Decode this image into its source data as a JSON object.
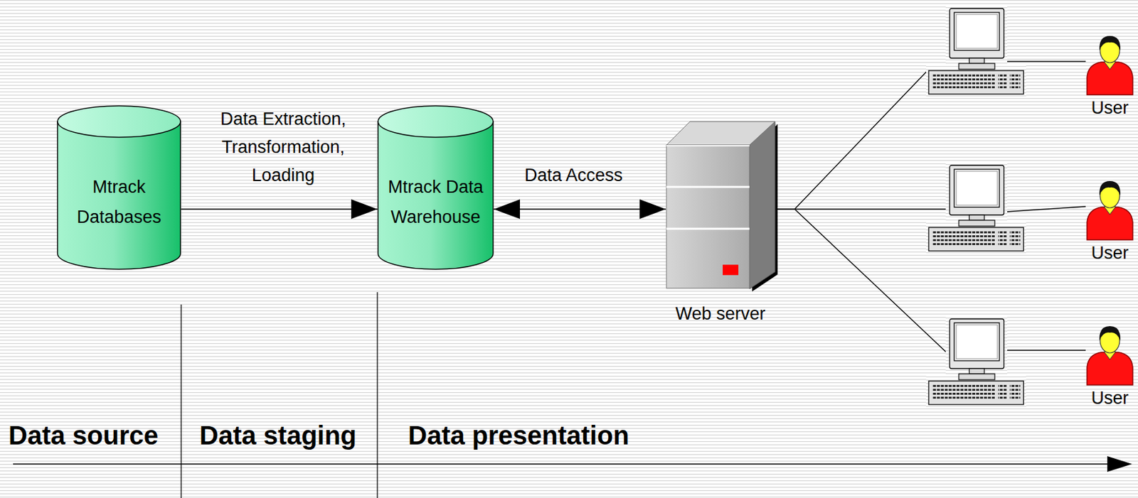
{
  "diagram": {
    "nodes": [
      {
        "text": [
          "Mtrack Databases"
        ]
      },
      {
        "text": [
          "Mtrack Data Warehouse"
        ]
      },
      {
        "text": [
          "Web server"
        ]
      },
      {
        "text": [
          "User"
        ]
      },
      {
        "text": [
          "User"
        ]
      },
      {
        "text": [
          "User"
        ]
      }
    ],
    "edges": [
      {
        "from": 0,
        "to": 1,
        "arrow": "to",
        "label": "Data Extraction, Transformation, Loading"
      },
      {
        "from": 1,
        "to": 2,
        "arrow": "both",
        "label": "Data Access"
      },
      {
        "from": 2,
        "to": 3,
        "arrow": "none"
      },
      {
        "from": 2,
        "to": 4,
        "arrow": "none"
      },
      {
        "from": 2,
        "to": 5,
        "arrow": "none"
      }
    ],
    "labels": [
      "Data source",
      "Data staging",
      "Data presentation"
    ]
  }
}
